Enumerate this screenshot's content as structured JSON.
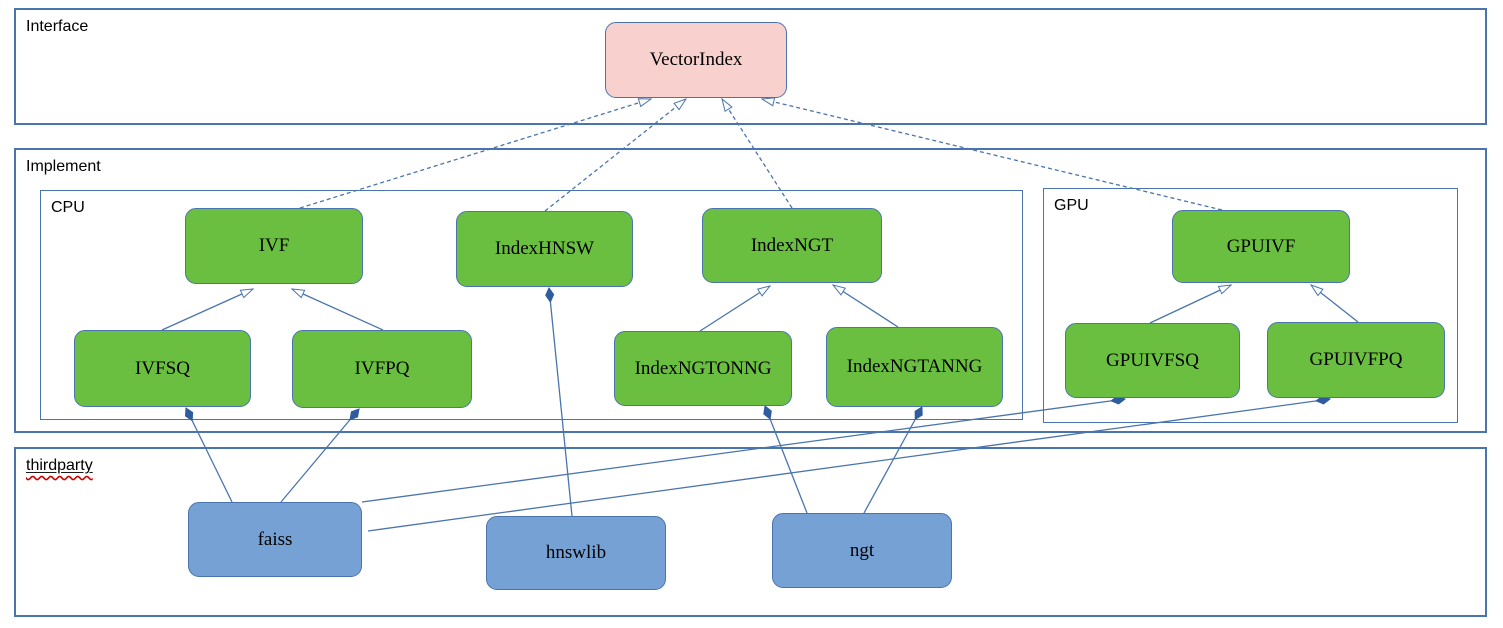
{
  "diagram": {
    "containers": {
      "interface": {
        "label": "Interface"
      },
      "implement": {
        "label": "Implement"
      },
      "cpu": {
        "label": "CPU"
      },
      "gpu": {
        "label": "GPU"
      },
      "thirdparty": {
        "label": "thirdparty",
        "has_spellcheck_squiggle": true
      }
    },
    "nodes": {
      "vectorindex": {
        "label": "VectorIndex",
        "kind": "interface"
      },
      "ivf": {
        "label": "IVF",
        "kind": "cpu-class"
      },
      "indexhnsw": {
        "label": "IndexHNSW",
        "kind": "cpu-class"
      },
      "indexngt": {
        "label": "IndexNGT",
        "kind": "cpu-class"
      },
      "ivfsq": {
        "label": "IVFSQ",
        "kind": "cpu-class"
      },
      "ivfpq": {
        "label": "IVFPQ",
        "kind": "cpu-class"
      },
      "indexngtonng": {
        "label": "IndexNGTONNG",
        "kind": "cpu-class"
      },
      "indexngtanng": {
        "label": "IndexNGTANNG",
        "kind": "cpu-class"
      },
      "gpuivf": {
        "label": "GPUIVF",
        "kind": "gpu-class"
      },
      "gpuivfsq": {
        "label": "GPUIVFSQ",
        "kind": "gpu-class"
      },
      "gpuivfpq": {
        "label": "GPUIVFPQ",
        "kind": "gpu-class"
      },
      "faiss": {
        "label": "faiss",
        "kind": "thirdparty-lib"
      },
      "hnswlib": {
        "label": "hnswlib",
        "kind": "thirdparty-lib"
      },
      "ngt": {
        "label": "ngt",
        "kind": "thirdparty-lib"
      }
    },
    "edges": [
      {
        "from": "IVF",
        "to": "VectorIndex",
        "relation": "realization"
      },
      {
        "from": "IndexHNSW",
        "to": "VectorIndex",
        "relation": "realization"
      },
      {
        "from": "IndexNGT",
        "to": "VectorIndex",
        "relation": "realization"
      },
      {
        "from": "GPUIVF",
        "to": "VectorIndex",
        "relation": "realization"
      },
      {
        "from": "IVFSQ",
        "to": "IVF",
        "relation": "generalization"
      },
      {
        "from": "IVFPQ",
        "to": "IVF",
        "relation": "generalization"
      },
      {
        "from": "IndexNGTONNG",
        "to": "IndexNGT",
        "relation": "generalization"
      },
      {
        "from": "IndexNGTANNG",
        "to": "IndexNGT",
        "relation": "generalization"
      },
      {
        "from": "GPUIVFSQ",
        "to": "GPUIVF",
        "relation": "generalization"
      },
      {
        "from": "GPUIVFPQ",
        "to": "GPUIVF",
        "relation": "generalization"
      },
      {
        "from": "faiss",
        "to": "IVFSQ",
        "relation": "composition"
      },
      {
        "from": "faiss",
        "to": "IVFPQ",
        "relation": "composition"
      },
      {
        "from": "faiss",
        "to": "GPUIVFSQ",
        "relation": "composition"
      },
      {
        "from": "faiss",
        "to": "GPUIVFPQ",
        "relation": "composition"
      },
      {
        "from": "hnswlib",
        "to": "IndexHNSW",
        "relation": "composition"
      },
      {
        "from": "ngt",
        "to": "IndexNGTONNG",
        "relation": "composition"
      },
      {
        "from": "ngt",
        "to": "IndexNGTANNG",
        "relation": "composition"
      }
    ],
    "colors": {
      "interface_node_fill": "#f8d0cd",
      "class_node_fill": "#6abf40",
      "thirdparty_node_fill": "#76a1d4",
      "node_border": "#4a74ad",
      "container_border": "#4a74ad",
      "edge_line": "#4a74ad",
      "composition_diamond_fill": "#2e5c9e",
      "spellcheck_wave": "#cc0000",
      "background": "#ffffff",
      "text": "#000000"
    }
  }
}
